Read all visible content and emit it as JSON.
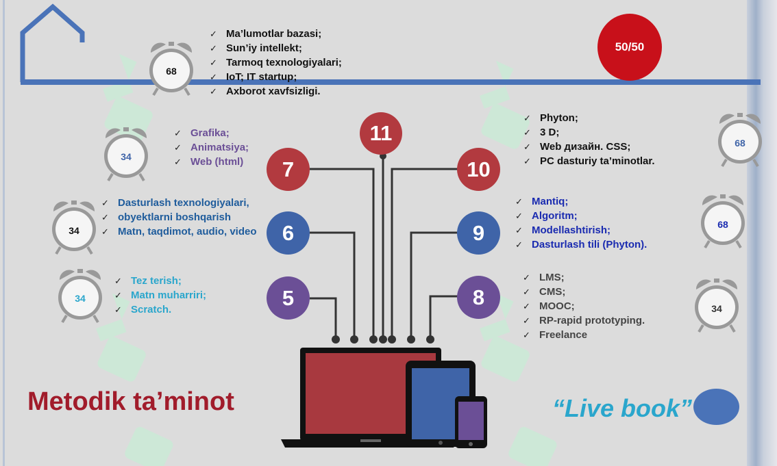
{
  "score": "50/50",
  "title": "Metodik ta’minot",
  "live_book": "“Live book”",
  "clocks": {
    "c1": "68",
    "c2": "34",
    "c3": "34",
    "c4": "34",
    "c5": "68",
    "c6": "68",
    "c7": "34"
  },
  "nodes": {
    "n5": "5",
    "n6": "6",
    "n7": "7",
    "n8": "8",
    "n9": "9",
    "n10": "10",
    "n11": "11"
  },
  "lists": {
    "top": [
      "Ma’lumotlar bazasi;",
      "Sun’iy intellekt;",
      "Tarmoq texnologiyalari;",
      "IoT; IT startup;",
      "Axborot xavfsizligi."
    ],
    "grafika": [
      "Grafika;",
      "Animatsiya;",
      "Web (html)"
    ],
    "dasturlash": [
      "Dasturlash texnologiyalari,",
      "obyektlarni boshqarish",
      "Matn, taqdimot, audio, video"
    ],
    "terish": [
      "Tez terish;",
      "Matn muharriri;",
      "Scratch."
    ],
    "phyton": [
      "Phyton;",
      "3 D;",
      "Web дизайн. CSS;",
      "PC dasturiy ta’minotlar."
    ],
    "mantiq": [
      "Mantiq;",
      "Algoritm;",
      "Modellashtirish;",
      "Dasturlash tili (Phyton)."
    ],
    "lms": [
      "LMS;",
      "CMS;",
      "MOOC;",
      "RP-rapid prototyping.",
      "Freelance"
    ]
  },
  "colors": {
    "red": "#b23a3f",
    "blue": "#3f64a8",
    "purple": "#6b4f96",
    "title_red": "#a11c2b",
    "live_book": "#2aa6cc",
    "score_red": "#c8101a"
  }
}
